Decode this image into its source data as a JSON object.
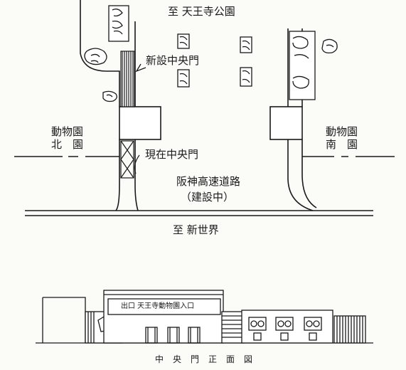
{
  "plan": {
    "to_tennoji_park": "至 天王寺公園",
    "new_central_gate": "新設中央門",
    "zoo_north_garden": [
      "動物園",
      "北　園"
    ],
    "zoo_south_garden": [
      "動物園",
      "南　園"
    ],
    "current_central_gate": "現在中央門",
    "expressway": "阪神高速道路",
    "under_construction": "（建設中）",
    "to_shinsekai": "至 新世界"
  },
  "elevation": {
    "sign": "出口 天王寺動物園入口",
    "caption": "中央門正面図"
  }
}
